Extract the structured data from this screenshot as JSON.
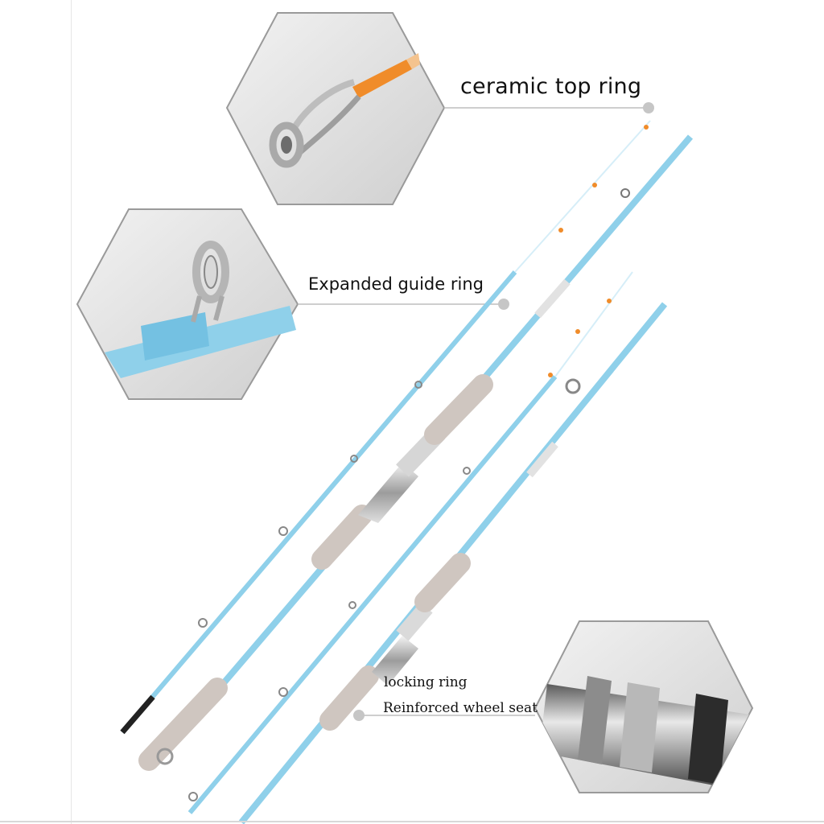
{
  "labels": {
    "top_ring": "ceramic top ring",
    "guide_ring": "Expanded guide ring",
    "locking_ring": "locking ring",
    "wheel_seat": "Reinforced wheel seat"
  },
  "colors": {
    "rod_blue": "#8fd0ea",
    "rod_blue_dark": "#5fb5d9",
    "grip_gray": "#cfc6c0",
    "hexagon_gray": "#e4e4e4",
    "tip_orange": "#f08c2a",
    "chrome": "#c8c8c8"
  }
}
